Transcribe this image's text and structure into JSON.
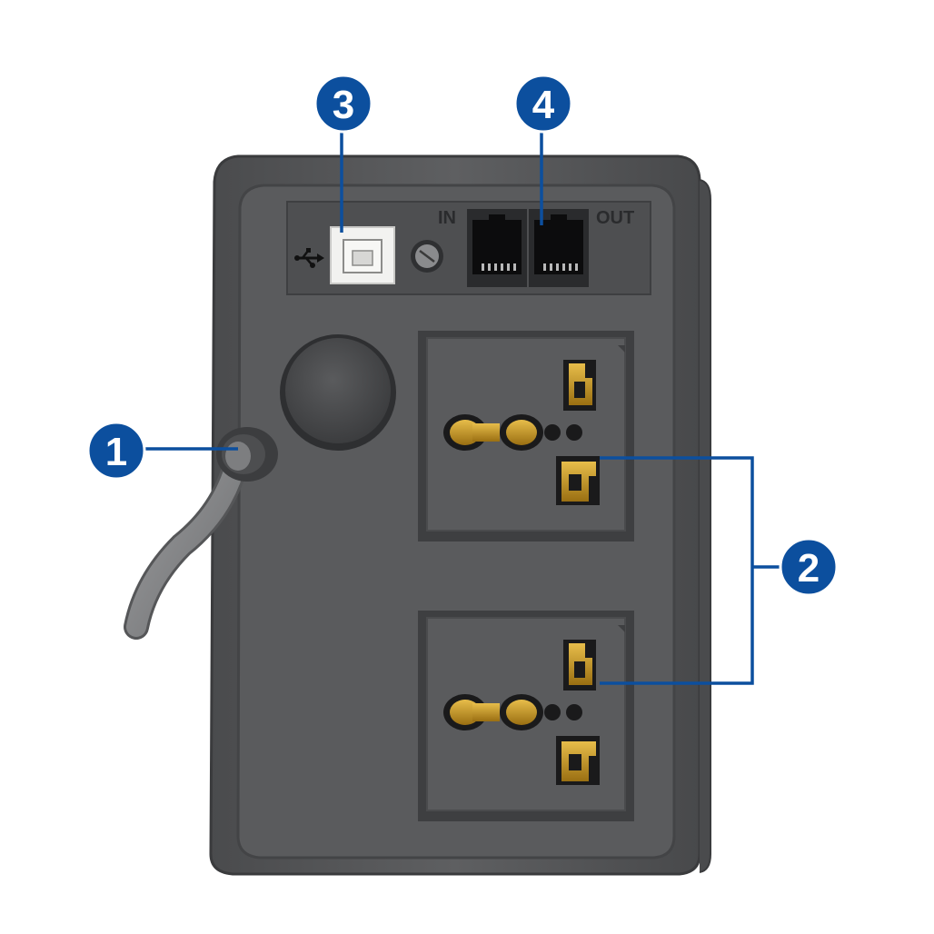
{
  "colors": {
    "callout_fill": "#0c4f9e",
    "callout_stroke": "#ffffff",
    "leader_line": "#0c4f9e",
    "body": "#58595b",
    "body_dark": "#3f4042",
    "panel": "#4b4c4e",
    "brass": "#c9961f"
  },
  "callouts": [
    {
      "number": "1"
    },
    {
      "number": "2"
    },
    {
      "number": "3"
    },
    {
      "number": "4"
    }
  ],
  "labels": {
    "phone_in": "IN",
    "phone_out": "OUT"
  },
  "icons": {
    "usb_symbol": "usb-icon"
  }
}
